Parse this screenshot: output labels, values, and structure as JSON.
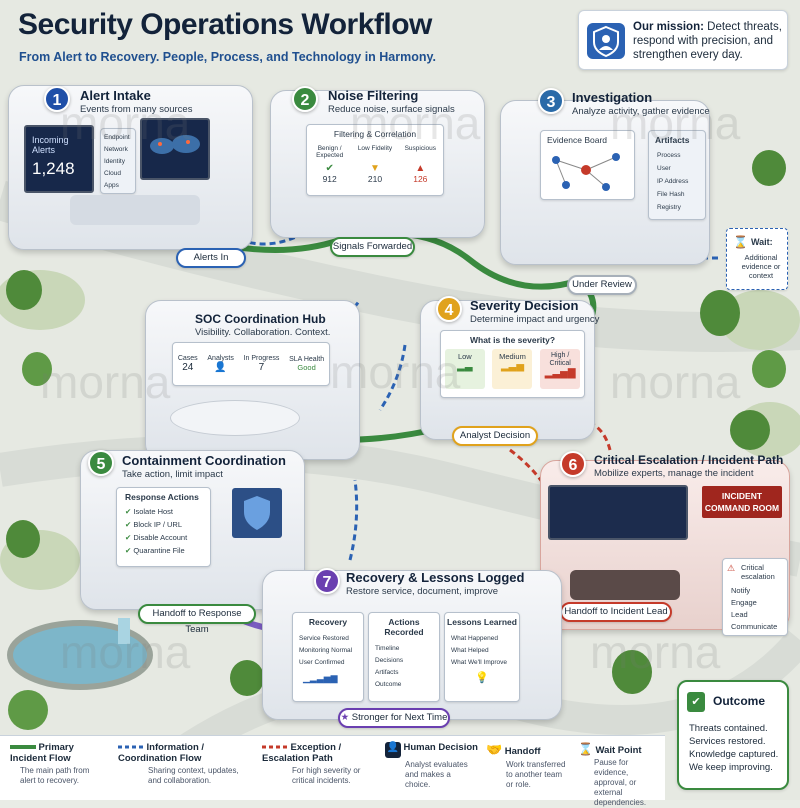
{
  "header": {
    "title": "Security Operations Workflow",
    "subtitle": "From Alert to Recovery.  People, Process, and Technology in Harmony."
  },
  "mission": {
    "label": "Our mission:",
    "text": "Detect threats, respond with precision, and strengthen every day."
  },
  "steps": {
    "s1": {
      "num": "1",
      "title": "Alert Intake",
      "desc": "Events from many sources"
    },
    "s2": {
      "num": "2",
      "title": "Noise Filtering",
      "desc": "Reduce noise, surface signals"
    },
    "s3": {
      "num": "3",
      "title": "Investigation",
      "desc": "Analyze activity, gather evidence"
    },
    "s4": {
      "num": "4",
      "title": "Severity Decision",
      "desc": "Determine impact and urgency"
    },
    "s5": {
      "num": "5",
      "title": "Containment Coordination",
      "desc": "Take action, limit impact"
    },
    "s6": {
      "num": "6",
      "title": "Critical Escalation / Incident Path",
      "desc": "Mobilize experts, manage the incident"
    },
    "s7": {
      "num": "7",
      "title": "Recovery & Lessons Logged",
      "desc": "Restore service, document, improve"
    }
  },
  "alert_intake": {
    "incoming_label": "Incoming Alerts",
    "incoming_count": "1,248",
    "sources": [
      "Endpoint",
      "Network",
      "Identity",
      "Cloud",
      "Apps"
    ]
  },
  "filtering": {
    "panel_title": "Filtering & Correlation",
    "buckets": [
      {
        "label": "Benign / Expected",
        "count": "912"
      },
      {
        "label": "Low Fidelity",
        "count": "210"
      },
      {
        "label": "Suspicious",
        "count": "126"
      }
    ]
  },
  "investigation": {
    "board_title": "Evidence Board",
    "artifacts_title": "Artifacts",
    "artifacts": [
      "Process",
      "User",
      "IP Address",
      "File Hash",
      "Registry"
    ]
  },
  "wait": {
    "title": "Wait:",
    "text": "Additional evidence or context"
  },
  "hub": {
    "title": "SOC Coordination Hub",
    "desc": "Visibility. Collaboration. Context.",
    "cols": [
      {
        "label": "Cases",
        "value": "24"
      },
      {
        "label": "Analysts",
        "value": ""
      },
      {
        "label": "In Progress",
        "value": "7"
      },
      {
        "label": "SLA Health",
        "value": "Good"
      }
    ]
  },
  "severity": {
    "question": "What is the severity?",
    "levels": [
      "Low",
      "Medium",
      "High / Critical"
    ]
  },
  "response": {
    "panel_title": "Response Actions",
    "actions": [
      "Isolate Host",
      "Block IP / URL",
      "Disable Account",
      "Quarantine File"
    ]
  },
  "incident": {
    "room_label": "INCIDENT COMMAND ROOM",
    "critical_title": "Critical escalation",
    "critical_items": [
      "Notify",
      "Engage",
      "Lead",
      "Communicate"
    ]
  },
  "recovery": {
    "cards": [
      {
        "title": "Recovery",
        "items": [
          "Service Restored",
          "Monitoring Normal",
          "User Confirmed"
        ]
      },
      {
        "title": "Actions Recorded",
        "items": [
          "Timeline",
          "Decisions",
          "Artifacts",
          "Outcome"
        ]
      },
      {
        "title": "Lessons Learned",
        "items": [
          "What Happened",
          "What Helped",
          "What We'll Improve"
        ]
      }
    ]
  },
  "pills": {
    "alerts_in": "Alerts In",
    "signals_forwarded": "Signals Forwarded",
    "under_review": "Under Review",
    "analyst_decision": "Analyst Decision",
    "handoff_response": "Handoff to Response Team",
    "handoff_incident": "Handoff to Incident Lead",
    "stronger": "Stronger for Next Time"
  },
  "legend": [
    {
      "title": "Primary Incident Flow",
      "desc": "The main path from alert to recovery."
    },
    {
      "title": "Information / Coordination Flow",
      "desc": "Sharing context, updates, and collaboration."
    },
    {
      "title": "Exception / Escalation Path",
      "desc": "For high severity or critical incidents."
    },
    {
      "title": "Human Decision",
      "desc": "Analyst evaluates and makes a choice."
    },
    {
      "title": "Handoff",
      "desc": "Work transferred to another team or role."
    },
    {
      "title": "Wait Point",
      "desc": "Pause for evidence, approval, or external dependencies."
    }
  ],
  "outcome": {
    "title": "Outcome",
    "lines": [
      "Threats contained.",
      "Services restored.",
      "Knowledge captured.",
      "We keep improving."
    ]
  },
  "watermark": "morna",
  "colors": {
    "primary": "#3a8a3f",
    "info": "#2b62b3",
    "escalation": "#c53a2a",
    "title": "#13233a"
  }
}
